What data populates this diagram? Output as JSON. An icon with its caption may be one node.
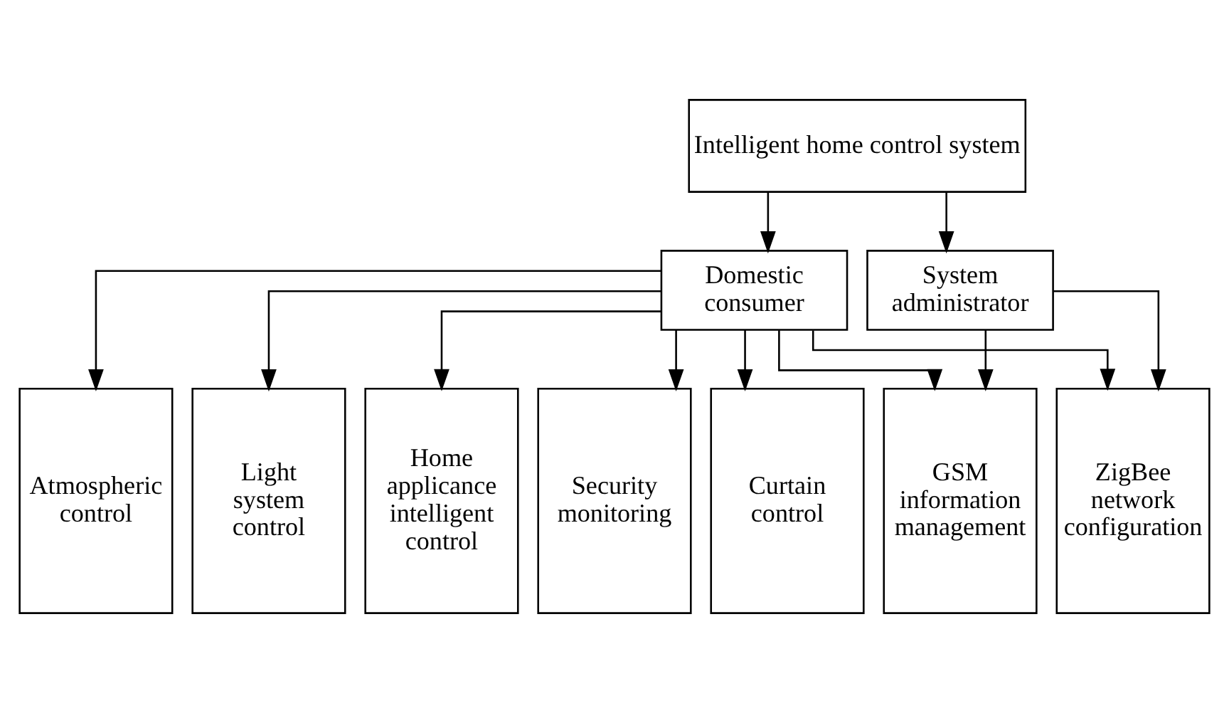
{
  "diagram": {
    "nodes": [
      {
        "text": [
          "Intelligent home control system"
        ]
      },
      {
        "text": [
          "Domestic consumer"
        ]
      },
      {
        "text": [
          "System administrator"
        ]
      },
      {
        "text": [
          "Atmospheric control"
        ]
      },
      {
        "text": [
          "Light system control"
        ]
      },
      {
        "text": [
          "Home applicance intelligent control"
        ]
      },
      {
        "text": [
          "Security monitoring"
        ]
      },
      {
        "text": [
          "Curtain control"
        ]
      },
      {
        "text": [
          "GSM information management"
        ]
      },
      {
        "text": [
          "ZigBee network configuration"
        ]
      }
    ],
    "edges": [
      {
        "from": 0,
        "to": 1,
        "arrow": "to"
      },
      {
        "from": 0,
        "to": 2,
        "arrow": "to"
      },
      {
        "from": 1,
        "to": 3,
        "arrow": "to"
      },
      {
        "from": 1,
        "to": 4,
        "arrow": "to"
      },
      {
        "from": 1,
        "to": 5,
        "arrow": "to"
      },
      {
        "from": 1,
        "to": 6,
        "arrow": "to"
      },
      {
        "from": 1,
        "to": 7,
        "arrow": "to"
      },
      {
        "from": 1,
        "to": 8,
        "arrow": "to"
      },
      {
        "from": 1,
        "to": 9,
        "arrow": "to"
      },
      {
        "from": 2,
        "to": 8,
        "arrow": "to"
      },
      {
        "from": 2,
        "to": 9,
        "arrow": "to"
      }
    ]
  }
}
